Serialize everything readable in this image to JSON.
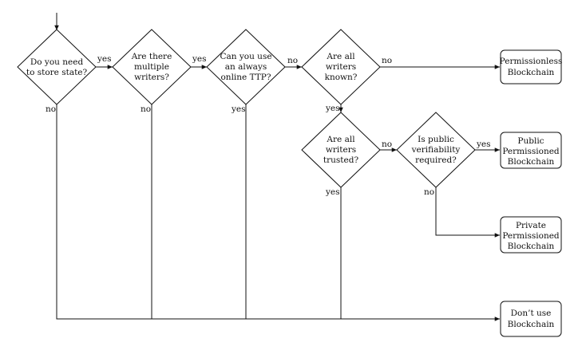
{
  "decisions": {
    "store_state": [
      "Do you need",
      "to store state?"
    ],
    "multiple_writers": [
      "Are there",
      "multiple",
      "writers?"
    ],
    "online_ttp": [
      "Can you use",
      "an always",
      "online TTP?"
    ],
    "writers_known": [
      "Are all",
      "writers",
      "known?"
    ],
    "writers_trusted": [
      "Are all",
      "writers",
      "trusted?"
    ],
    "public_verifiability": [
      "Is public",
      "verifiability",
      "required?"
    ]
  },
  "outcomes": {
    "permissionless": [
      "Permissionless",
      "Blockchain"
    ],
    "public_permissioned": [
      "Public",
      "Permissioned",
      "Blockchain"
    ],
    "private_permissioned": [
      "Private",
      "Permissioned",
      "Blockchain"
    ],
    "dont_use": [
      "Don’t use",
      "Blockchain"
    ]
  },
  "edge_labels": {
    "store_state_yes": "yes",
    "store_state_no": "no",
    "multiple_writers_yes": "yes",
    "multiple_writers_no": "no",
    "online_ttp_no": "no",
    "online_ttp_yes": "yes",
    "writers_known_no": "no",
    "writers_known_yes": "yes",
    "writers_trusted_no": "no",
    "writers_trusted_yes": "yes",
    "public_verifiability_yes": "yes",
    "public_verifiability_no": "no"
  }
}
